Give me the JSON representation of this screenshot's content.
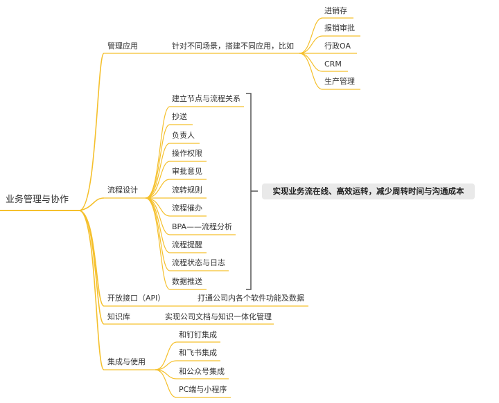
{
  "root": "业务管理与协作",
  "branches": {
    "mgmt": {
      "label": "管理应用",
      "desc": "针对不同场景，搭建不同应用，比如",
      "children": [
        "进销存",
        "报销审批",
        "行政OA",
        "CRM",
        "生产管理"
      ]
    },
    "flow": {
      "label": "流程设计",
      "children": [
        "建立节点与流程关系",
        "抄送",
        "负责人",
        "操作权限",
        "审批意见",
        "流转规则",
        "流程催办",
        "BPA——流程分析",
        "流程提醒",
        "流程状态与日志",
        "数据推送"
      ],
      "summary": "实现业务流在线、高效运转，减少周转时间与沟通成本"
    },
    "api": {
      "label": "开放接口（API）",
      "desc": "打通公司内各个软件功能及数据"
    },
    "kb": {
      "label": "知识库",
      "desc": "实现公司文档与知识一体化管理"
    },
    "integ": {
      "label": "集成与使用",
      "children": [
        "和钉钉集成",
        "和飞书集成",
        "和公众号集成",
        "PC端与小程序"
      ]
    }
  },
  "colors": {
    "branch": "#f5c02c",
    "bracket": "#555555",
    "summary_bg": "#e9e9e9"
  }
}
